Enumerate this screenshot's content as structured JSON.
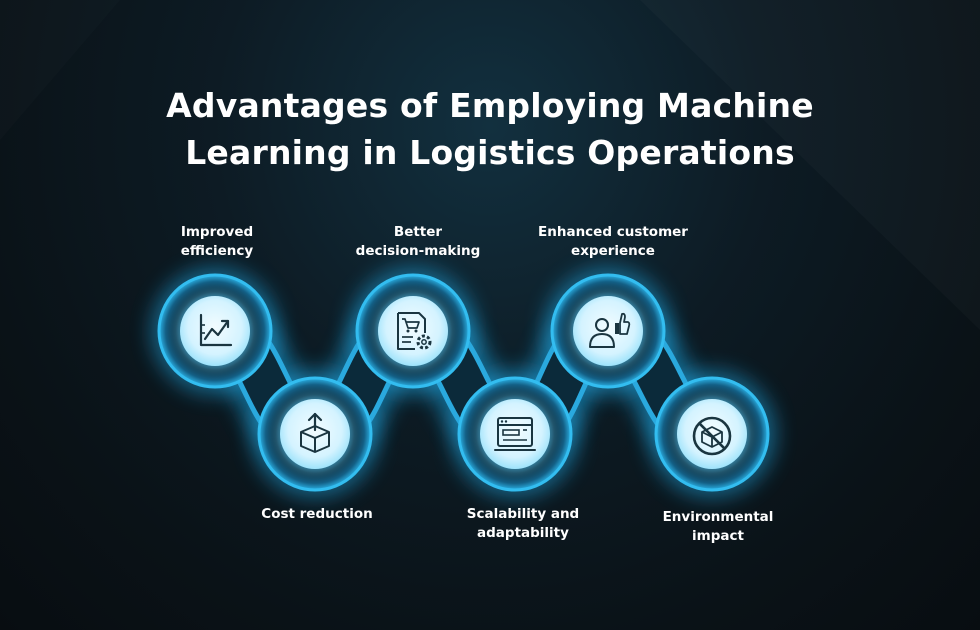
{
  "title": {
    "line1": "Advantages of Employing Machine",
    "line2": "Learning in Logistics Operations"
  },
  "colors": {
    "glow": "#1e9ed6",
    "ring_dark": "#0b2736",
    "core": "#d9f6ff",
    "icon": "#1a3540"
  },
  "advantages": [
    {
      "lines": [
        "Improved",
        "efficiency"
      ],
      "icon": "line-chart-icon"
    },
    {
      "lines": [
        "Cost reduction"
      ],
      "icon": "box-arrow-up-icon"
    },
    {
      "lines": [
        "Better",
        "decision-making"
      ],
      "icon": "document-cart-gear-icon"
    },
    {
      "lines": [
        "Scalability and",
        "adaptability"
      ],
      "icon": "dashboard-window-icon"
    },
    {
      "lines": [
        "Enhanced customer",
        "experience"
      ],
      "icon": "user-thumbs-up-icon"
    },
    {
      "lines": [
        "Environmental",
        "impact"
      ],
      "icon": "no-box-icon"
    }
  ]
}
